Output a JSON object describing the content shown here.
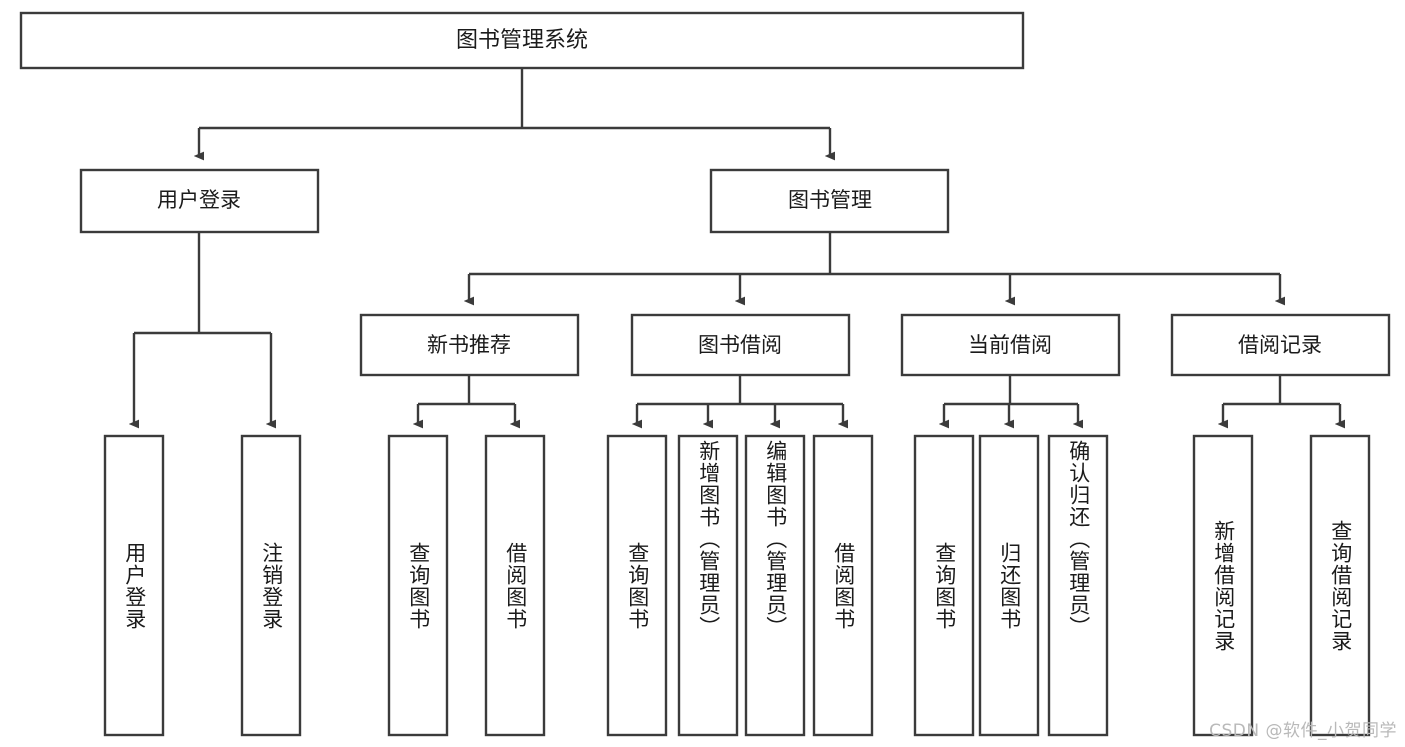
{
  "diagram": {
    "title": "图书管理系统",
    "type": "hierarchy-tree",
    "levels": 4,
    "colors": {
      "stroke": "#3b3b3b",
      "fill": "#ffffff",
      "text": "#1b1b1b",
      "watermark": "#b9b9b9"
    },
    "root": {
      "label": "图书管理系统"
    },
    "level2": [
      {
        "label": "用户登录"
      },
      {
        "label": "图书管理"
      }
    ],
    "level3": [
      {
        "label": "新书推荐"
      },
      {
        "label": "图书借阅"
      },
      {
        "label": "当前借阅"
      },
      {
        "label": "借阅记录"
      }
    ],
    "leaves": {
      "user_login": [
        {
          "label": "用户登录"
        },
        {
          "label": "注销登录"
        }
      ],
      "new_book_recommend": [
        {
          "label": "查询图书"
        },
        {
          "label": "借阅图书"
        }
      ],
      "book_borrow": [
        {
          "label": "查询图书"
        },
        {
          "label": "新增图书（管理员）"
        },
        {
          "label": "编辑图书（管理员）"
        },
        {
          "label": "借阅图书"
        }
      ],
      "current_borrow": [
        {
          "label": "查询图书"
        },
        {
          "label": "归还图书"
        },
        {
          "label": "确认归还（管理员）"
        }
      ],
      "borrow_record": [
        {
          "label": "新增借阅记录"
        },
        {
          "label": "查询借阅记录"
        }
      ]
    }
  },
  "watermark": {
    "text": "CSDN @软件_小贺同学"
  }
}
